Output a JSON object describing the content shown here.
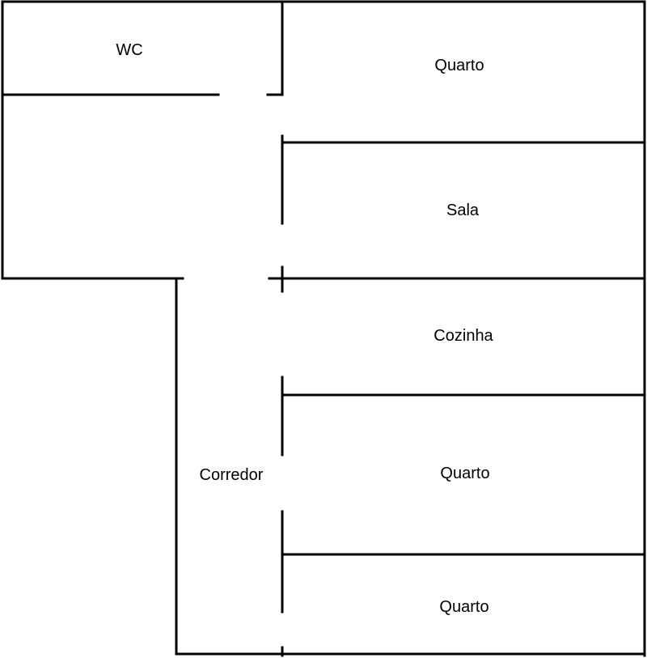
{
  "floor_plan": {
    "wall_color": "#000000",
    "background": "#ffffff",
    "rooms": {
      "wc": "WC",
      "quarto_top": "Quarto",
      "sala": "Sala",
      "cozinha": "Cozinha",
      "corredor": "Corredor",
      "quarto_middle": "Quarto",
      "quarto_bottom": "Quarto"
    }
  }
}
